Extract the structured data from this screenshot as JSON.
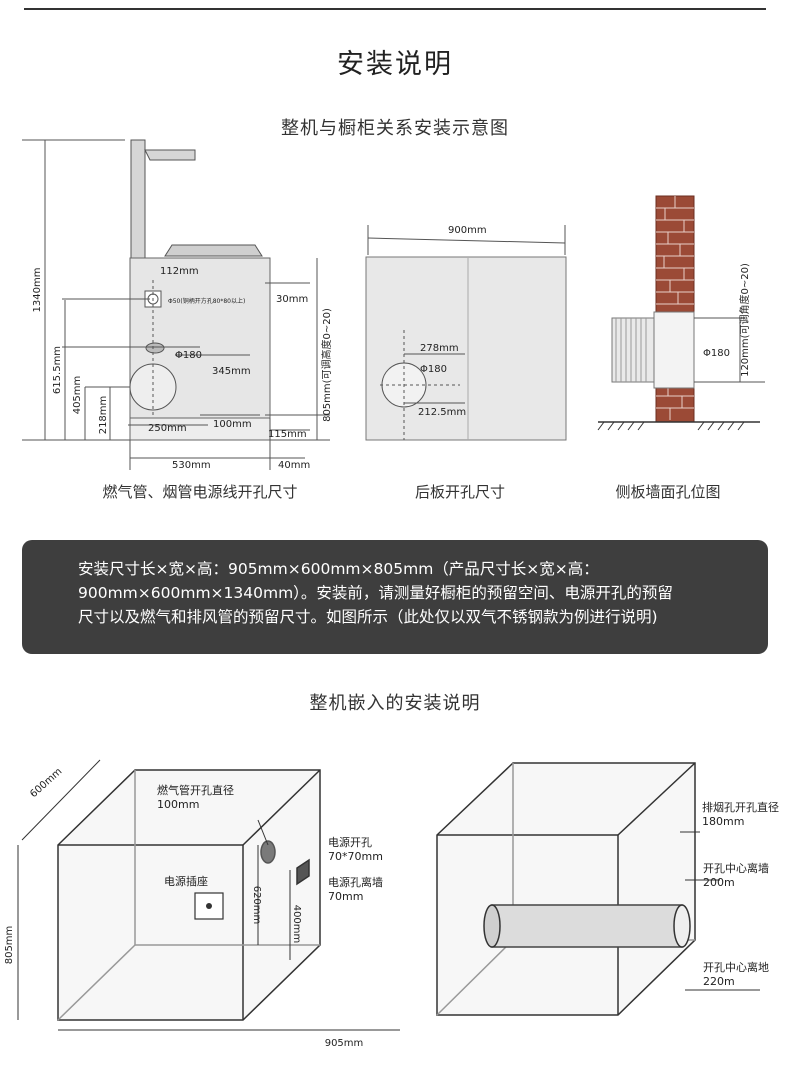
{
  "page": {
    "title": "安装说明",
    "section1_title": "整机与橱柜关系安装示意图",
    "section2_title": "整机嵌入的安装说明"
  },
  "diagram1": {
    "caption": "燃气管、烟管电源线开孔尺寸",
    "labels": {
      "h_total": "1340mm",
      "h_615": "615.5mm",
      "h_405": "405mm",
      "h_218": "218mm",
      "w_112": "112mm",
      "hole_50": "Φ50(铜柄开方孔80*80以上)",
      "d_30": "30mm",
      "phi_180": "Φ180",
      "d_345": "345mm",
      "d_250": "250mm",
      "d_100": "100mm",
      "d_115": "115mm",
      "w_530": "530mm",
      "d_40": "40mm",
      "h_805": "805mm(可调高度0~20)"
    }
  },
  "diagram2": {
    "caption": "后板开孔尺寸",
    "labels": {
      "w_900": "900mm",
      "d_278": "278mm",
      "phi_180": "Φ180",
      "d_212": "212.5mm"
    }
  },
  "diagram3": {
    "caption": "侧板墙面孔位图",
    "labels": {
      "phi_180": "Φ180",
      "h_120": "120mm(可调角度0~20)"
    }
  },
  "note": {
    "line1": "安装尺寸长×宽×高：905mm×600mm×805mm（产品尺寸长×宽×高：",
    "line2": "900mm×600mm×1340mm）。安装前，请测量好橱柜的预留空间、电源开孔的预留",
    "line3": "尺寸以及燃气和排风管的预留尺寸。如图所示（此处仅以双气不锈钢款为例进行说明)"
  },
  "box_left": {
    "depth": "600mm",
    "gas_label": "燃气管开孔直径",
    "gas_value": "100mm",
    "power_hole_label": "电源开孔",
    "power_hole_value": "70*70mm",
    "power_wall_label": "电源孔离墙",
    "power_wall_value": "70mm",
    "socket_label": "电源插座",
    "d_620": "620mm",
    "d_400": "400mm",
    "height": "805mm",
    "width": "905mm"
  },
  "box_right": {
    "exhaust_label": "排烟孔开孔直径",
    "exhaust_value": "180mm",
    "center_wall_label": "开孔中心离墙",
    "center_wall_value": "200m",
    "center_floor_label": "开孔中心离地",
    "center_floor_value": "220m"
  }
}
